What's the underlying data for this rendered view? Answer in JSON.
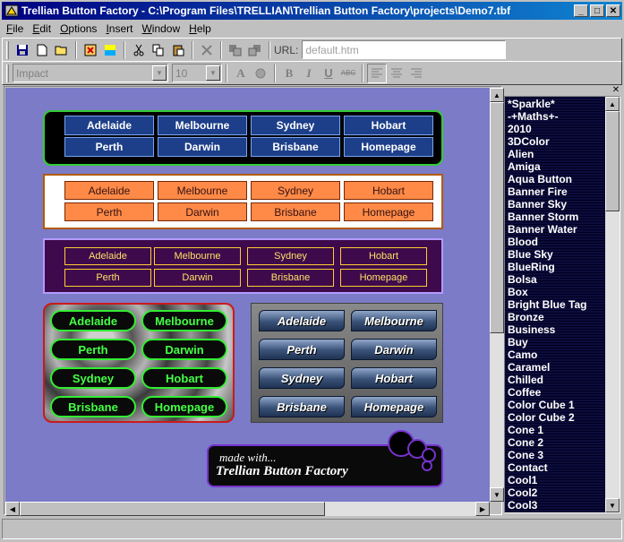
{
  "window": {
    "title": "Trellian Button Factory - C:\\Program Files\\TRELLIAN\\Trellian Button Factory\\projects\\Demo7.tbf",
    "controls": {
      "minimize": "_",
      "maximize": "□",
      "close": "✕"
    }
  },
  "menu": [
    "File",
    "Edit",
    "Options",
    "Insert",
    "Window",
    "Help"
  ],
  "toolbar": {
    "url_label": "URL:",
    "url_value": "default.htm",
    "font_value": "Impact",
    "size_value": "10",
    "bold": "B",
    "italic": "I",
    "underline": "U",
    "strike": "ABC",
    "text_color": "A"
  },
  "buttons": {
    "set1": [
      "Adelaide",
      "Melbourne",
      "Sydney",
      "Hobart",
      "Perth",
      "Darwin",
      "Brisbane",
      "Homepage"
    ],
    "set2": [
      "Adelaide",
      "Melbourne",
      "Sydney",
      "Hobart",
      "Perth",
      "Darwin",
      "Brisbane",
      "Homepage"
    ],
    "set3": [
      "Adelaide",
      "Melbourne",
      "Sydney",
      "Hobart",
      "Perth",
      "Darwin",
      "Brisbane",
      "Homepage"
    ],
    "set4": [
      "Adelaide",
      "Melbourne",
      "Perth",
      "Darwin",
      "Sydney",
      "Hobart",
      "Brisbane",
      "Homepage"
    ],
    "set5": [
      "Adelaide",
      "Melbourne",
      "Perth",
      "Darwin",
      "Sydney",
      "Hobart",
      "Brisbane",
      "Homepage"
    ]
  },
  "made_with": {
    "line1": "made with...",
    "line2": "Trellian Button Factory"
  },
  "style_list": [
    "*Sparkle*",
    "-+Maths+-",
    "2010",
    "3DColor",
    "Alien",
    "Amiga",
    "Aqua Button",
    "Banner Fire",
    "Banner Sky",
    "Banner Storm",
    "Banner Water",
    "Blood",
    "Blue Sky",
    "BlueRing",
    "Bolsa",
    "Box",
    "Bright Blue Tag",
    "Bronze",
    "Business",
    "Buy",
    "Camo",
    "Caramel",
    "Chilled",
    "Coffee",
    "Color Cube 1",
    "Color Cube 2",
    "Cone 1",
    "Cone 2",
    "Cone 3",
    "Contact",
    "Cool1",
    "Cool2",
    "Cool3"
  ],
  "list_close": "✕",
  "colors": {
    "title_gradient_start": "#000080",
    "title_gradient_end": "#1084d0",
    "canvas_background": "#7b7bc8",
    "list_background": "#0c0c3c"
  }
}
